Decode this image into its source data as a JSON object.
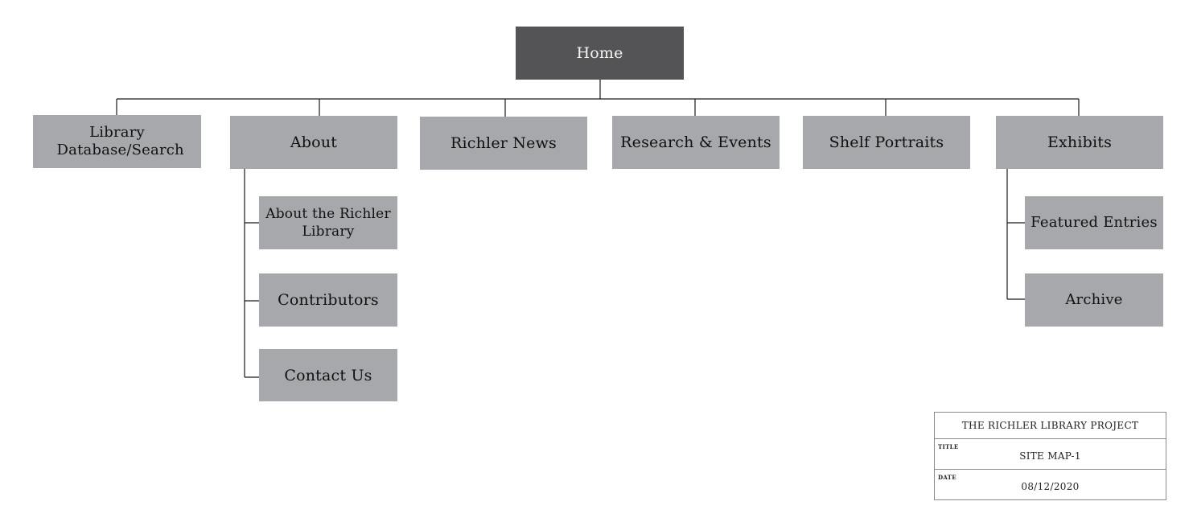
{
  "sitemap": {
    "home": "Home",
    "library_search": "Library Database/Search",
    "about": "About",
    "about_children": [
      "About the Richler Library",
      "Contributors",
      "Contact Us"
    ],
    "news": "Richler News",
    "research_events": "Research & Events",
    "shelf_portraits": "Shelf Portraits",
    "exhibits": "Exhibits",
    "exhibits_children": [
      "Featured Entries",
      "Archive"
    ]
  },
  "title_block": {
    "project": "THE RICHLER LIBRARY PROJECT",
    "title_label": "TITLE",
    "title": "SITE MAP-1",
    "date_label": "DATE",
    "date": "08/12/2020"
  },
  "colors": {
    "home_box": "#545456",
    "page_box": "#a7a8ab",
    "connector": "#1a1a1a"
  }
}
